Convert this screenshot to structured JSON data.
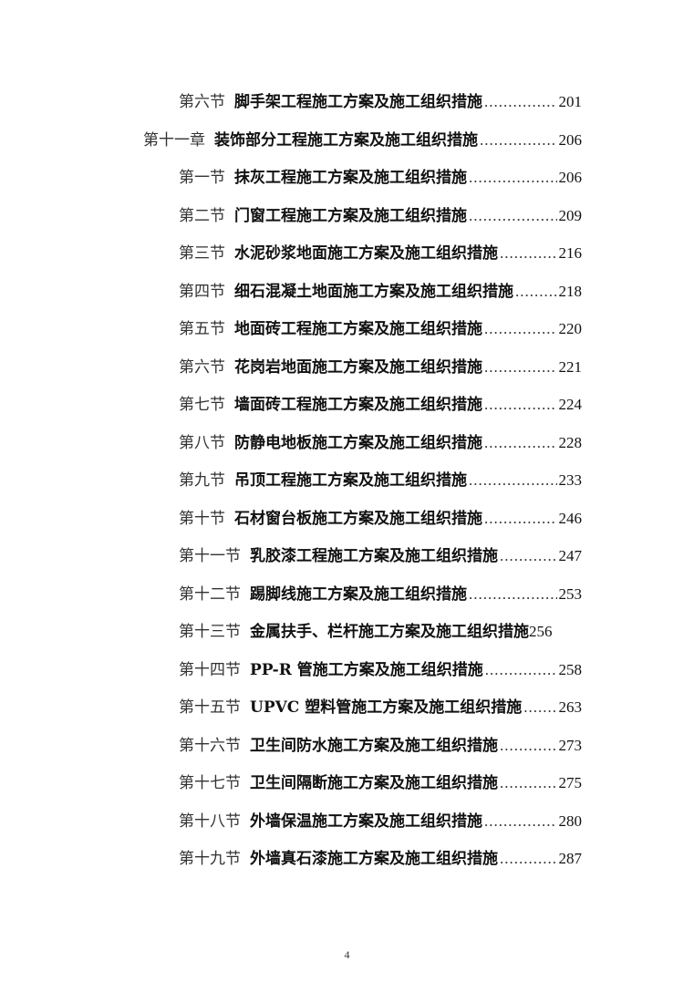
{
  "toc": {
    "entries": [
      {
        "level": "section",
        "number": "第六节",
        "title": "脚手架工程施工方案及施工组织措施",
        "page": "201"
      },
      {
        "level": "chapter",
        "number": "第十一章",
        "title": "装饰部分工程施工方案及施工组织措施",
        "page": "206"
      },
      {
        "level": "section",
        "number": "第一节",
        "title": "抹灰工程施工方案及施工组织措施",
        "page": "206"
      },
      {
        "level": "section",
        "number": "第二节",
        "title": "门窗工程施工方案及施工组织措施",
        "page": "209"
      },
      {
        "level": "section",
        "number": "第三节",
        "title": "水泥砂浆地面施工方案及施工组织措施",
        "page": "216"
      },
      {
        "level": "section",
        "number": "第四节",
        "title": "细石混凝土地面施工方案及施工组织措施",
        "page": "218"
      },
      {
        "level": "section",
        "number": "第五节",
        "title": "地面砖工程施工方案及施工组织措施",
        "page": "220"
      },
      {
        "level": "section",
        "number": "第六节",
        "title": "花岗岩地面施工方案及施工组织措施",
        "page": "221"
      },
      {
        "level": "section",
        "number": "第七节",
        "title": "墙面砖工程施工方案及施工组织措施",
        "page": "224"
      },
      {
        "level": "section",
        "number": "第八节",
        "title": "防静电地板施工方案及施工组织措施",
        "page": "228"
      },
      {
        "level": "section",
        "number": "第九节",
        "title": "吊顶工程施工方案及施工组织措施",
        "page": "233"
      },
      {
        "level": "section",
        "number": "第十节",
        "title": "石材窗台板施工方案及施工组织措施",
        "page": "246"
      },
      {
        "level": "section",
        "number": "第十一节",
        "title": "乳胶漆工程施工方案及施工组织措施",
        "page": "247"
      },
      {
        "level": "section",
        "number": "第十二节",
        "title": "踢脚线施工方案及施工组织措施",
        "page": "253"
      },
      {
        "level": "section",
        "number": "第十三节",
        "title": "金属扶手、栏杆施工方案及施工组织措施",
        "page": "256"
      },
      {
        "level": "section",
        "number": "第十四节",
        "title": "PP-R 管施工方案及施工组织措施",
        "page": "258"
      },
      {
        "level": "section",
        "number": "第十五节",
        "title": "UPVC 塑料管施工方案及施工组织措施",
        "page": "263"
      },
      {
        "level": "section",
        "number": "第十六节",
        "title": "卫生间防水施工方案及施工组织措施",
        "page": "273"
      },
      {
        "level": "section",
        "number": "第十七节",
        "title": "卫生间隔断施工方案及施工组织措施",
        "page": "275"
      },
      {
        "level": "section",
        "number": "第十八节",
        "title": "外墙保温施工方案及施工组织措施",
        "page": "280"
      },
      {
        "level": "section",
        "number": "第十九节",
        "title": "外墙真石漆施工方案及施工组织措施",
        "page": "287"
      }
    ]
  },
  "footer": {
    "page_number": "4"
  }
}
